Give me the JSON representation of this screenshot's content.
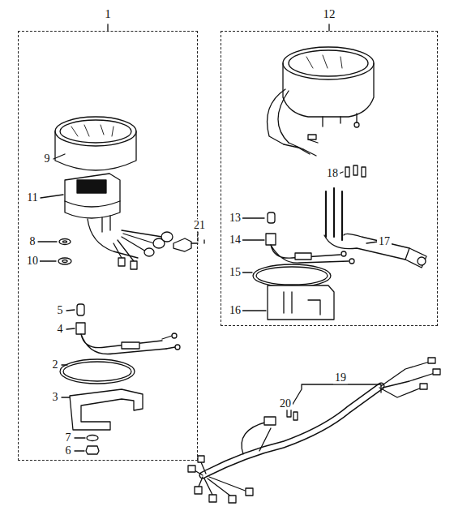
{
  "diagram": {
    "nodes": [
      {
        "text": [
          "1"
        ]
      },
      {
        "text": [
          "12"
        ]
      }
    ],
    "labels": [
      "9",
      "11",
      "8",
      "10",
      "5",
      "4",
      "21",
      "2",
      "3",
      "7",
      "6",
      "18",
      "13",
      "14",
      "17",
      "15",
      "16",
      "19",
      "20"
    ]
  }
}
